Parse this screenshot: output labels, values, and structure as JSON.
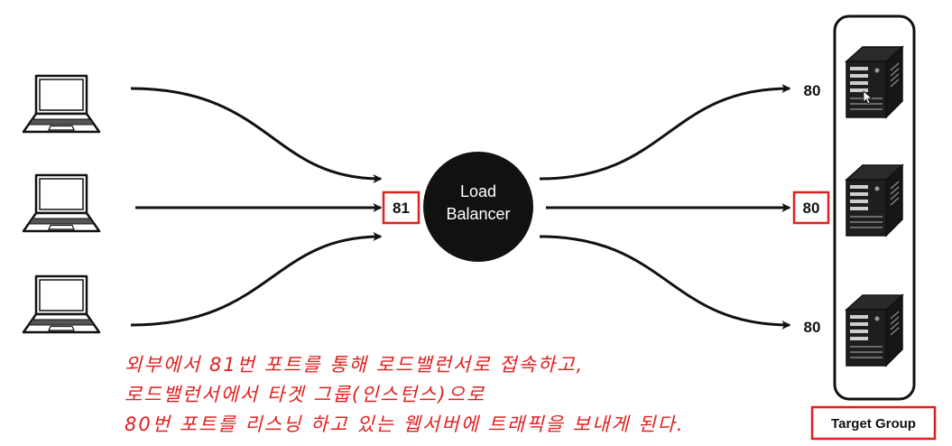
{
  "colors": {
    "ink": "#111111",
    "highlight": "#e0201f",
    "background": "#ffffff",
    "lb_fill": "#111111",
    "lb_text": "#ffffff"
  },
  "icons": {
    "client": "laptop-icon",
    "target": "server-tower-icon"
  },
  "clients": [
    {
      "icon": "laptop-icon"
    },
    {
      "icon": "laptop-icon"
    },
    {
      "icon": "laptop-icon"
    }
  ],
  "listener": {
    "port": "81",
    "highlighted": true
  },
  "load_balancer": {
    "line1": "Load",
    "line2": "Balancer"
  },
  "targets": [
    {
      "port": "80",
      "highlighted": false
    },
    {
      "port": "80",
      "highlighted": true
    },
    {
      "port": "80",
      "highlighted": false
    }
  ],
  "target_group": {
    "label": "Target Group"
  },
  "annotation": {
    "lines": [
      "외부에서 81번 포트를 통해 로드밸런서로 접속하고,",
      "로드밸런서에서 타겟 그룹(인스턴스)으로",
      "80번 포트를 리스닝 하고 있는 웹서버에 트래픽을 보내게 된다."
    ]
  }
}
